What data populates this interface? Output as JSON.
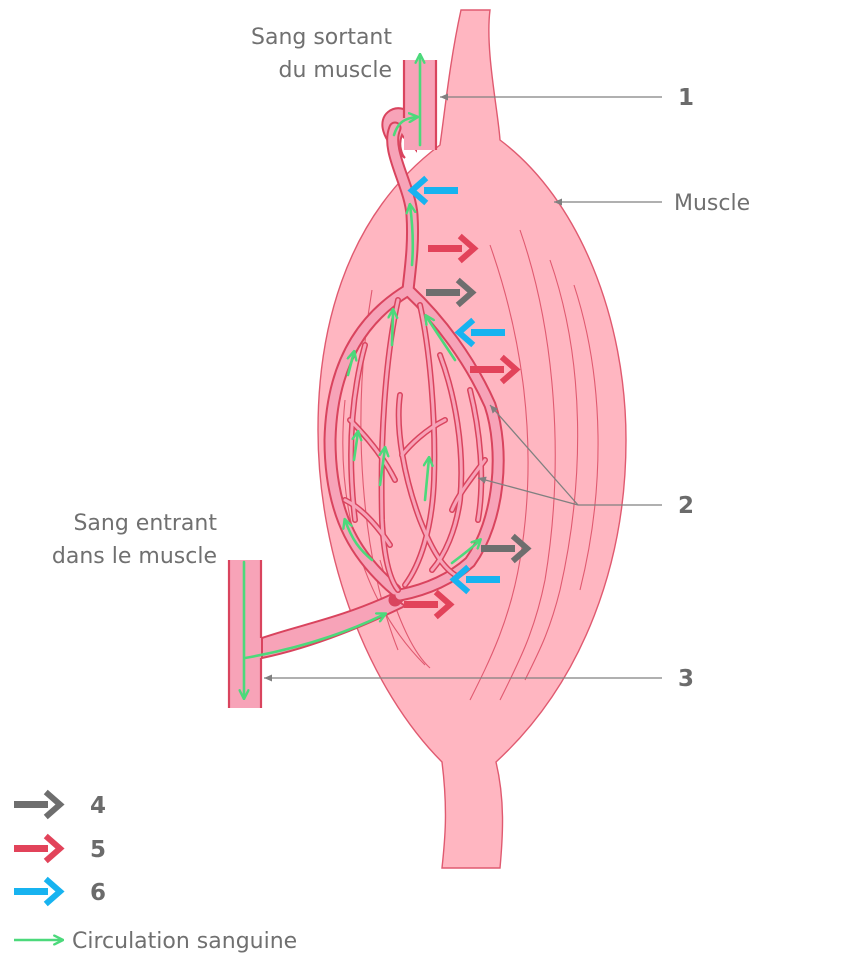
{
  "labels": {
    "sang_sortant_l1": "Sang sortant",
    "sang_sortant_l2": "du muscle",
    "sang_entrant_l1": "Sang entrant",
    "sang_entrant_l2": "dans le muscle",
    "muscle": "Muscle",
    "n1": "1",
    "n2": "2",
    "n3": "3"
  },
  "legend": {
    "grey": "4",
    "red": "5",
    "blue": "6",
    "green": "Circulation sanguine"
  },
  "colors": {
    "muscle_fill": "#ffb6c1",
    "muscle_stroke": "#e05a70",
    "vessel_fill": "#f7a3b8",
    "vessel_stroke": "#d9445e",
    "arrow_grey": "#6e6e6e",
    "arrow_red": "#e2435a",
    "arrow_blue": "#17b3f0",
    "arrow_green": "#4cd97b",
    "leader": "#808080"
  }
}
